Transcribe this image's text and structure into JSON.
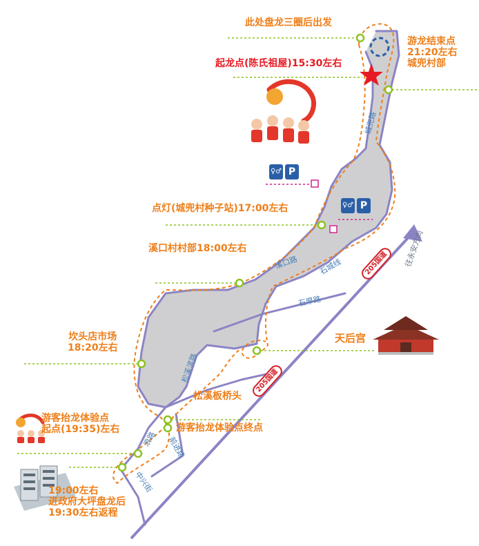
{
  "stops": {
    "start_circle": "此处盘龙三圈后出发",
    "start_point": "起龙点(陈氏祖屋)15:30左右",
    "end_point": [
      "游龙结束点",
      "21:20左右",
      "城兜村部"
    ],
    "lantern": "点灯(城兜村种子站)17:00左右",
    "xikou": "溪口村村部18:00左右",
    "market": [
      "坎头店市场",
      "18:20左右"
    ],
    "bridge": "松溪板桥头",
    "exp_start": [
      "游客抬龙体验点",
      "起点(19:35)左右"
    ],
    "exp_end": "游客抬龙体验点终点",
    "gov": [
      "19:00左右",
      "进政府大坪盘龙后",
      "19:30左右返程"
    ],
    "temple": "天后宫"
  },
  "roads": {
    "chengdou": "城兜路",
    "xikou": "溪口路",
    "shicheng": "石城线",
    "shihou": "石厚路",
    "songxi": "松溪滨路",
    "qianjin": "前进路",
    "zhongxing": "中兴街",
    "lang": "浪路"
  },
  "highway": "205国道",
  "direction": "往永安方向",
  "facilities": {
    "toilet_icon": "toilet-icon",
    "parking": "P"
  },
  "colors": {
    "route": "#ee7f1a",
    "road": "#8b84c4",
    "area": "#cfcfd2",
    "stop": "#8dc21f",
    "accent": "#e61b23"
  }
}
